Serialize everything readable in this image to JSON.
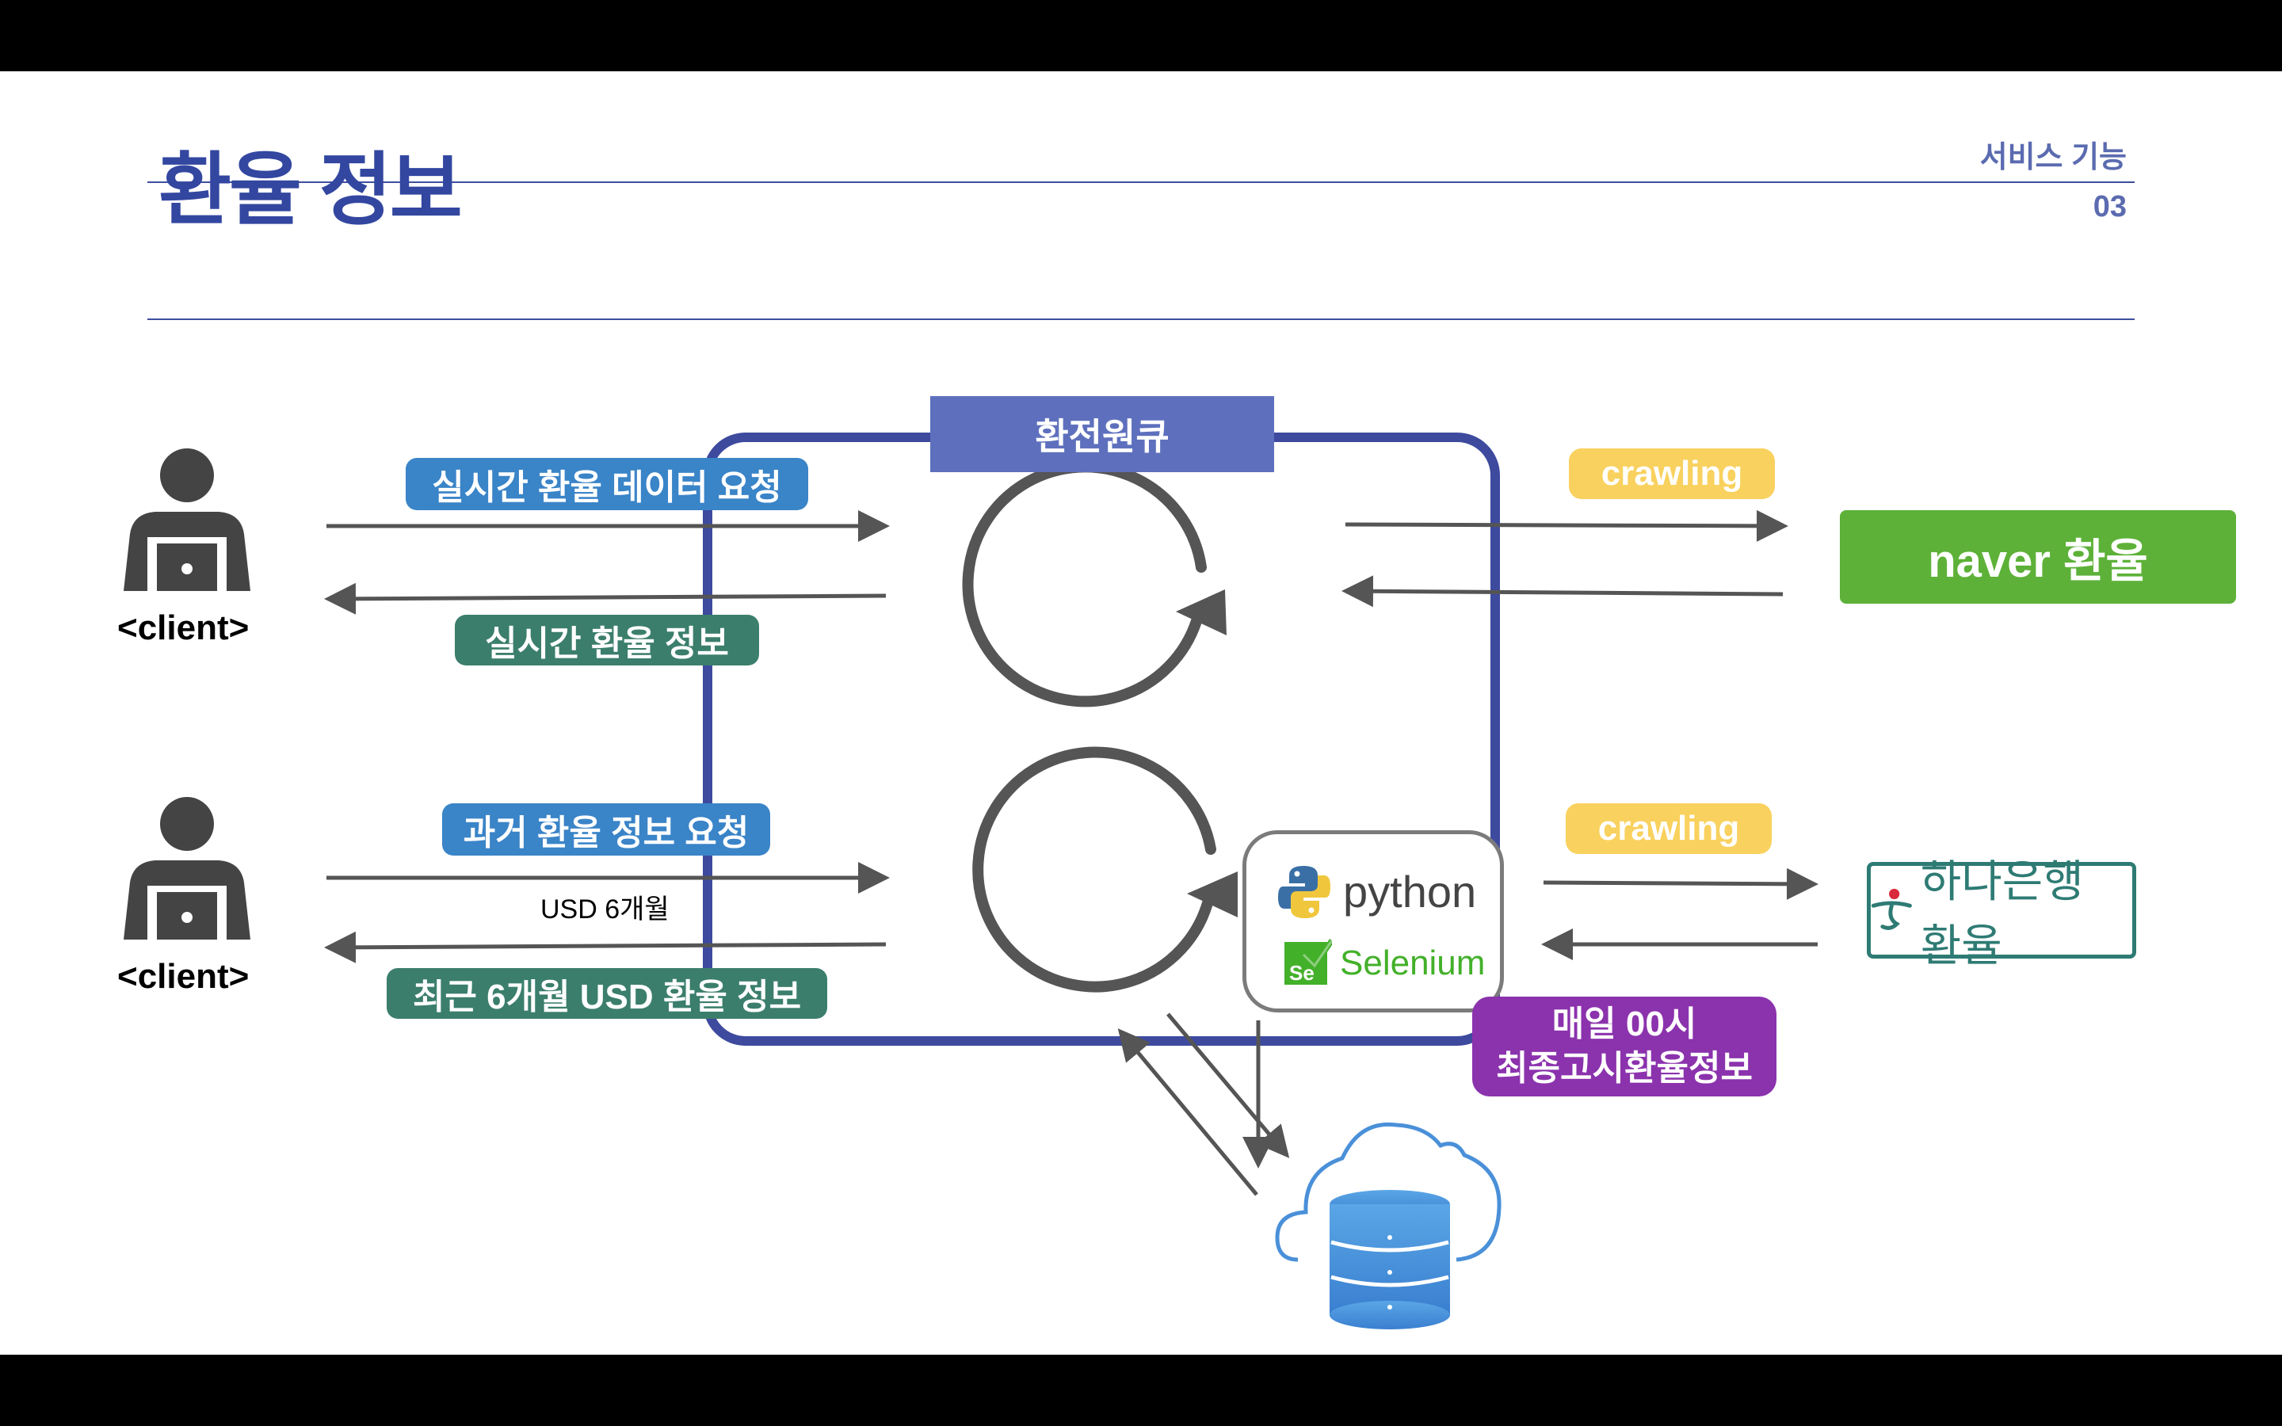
{
  "header": {
    "title": "환율 정보",
    "section_label": "서비스 기능",
    "section_number": "03"
  },
  "server": {
    "label": "환전원큐"
  },
  "clients": [
    {
      "label": "<client>"
    },
    {
      "label": "<client>"
    }
  ],
  "flow_realtime": {
    "request_label": "실시간 환율 데이터 요청",
    "response_label": "실시간 환율 정보"
  },
  "flow_history": {
    "request_label": "과거 환율 정보 요청",
    "request_note": "USD 6개월",
    "response_label": "최근 6개월 USD 환율 정보"
  },
  "crawling": {
    "top_label": "crawling",
    "bottom_label": "crawling"
  },
  "sources": {
    "naver": "naver 환율",
    "hana": "하나은행 환율"
  },
  "tools": {
    "python": "python",
    "selenium": "Selenium",
    "selenium_badge": "Se"
  },
  "schedule": {
    "line1": "매일 00시",
    "line2": "최종고시환율정보"
  },
  "colors": {
    "title": "#3347a0",
    "server_border": "#3d4a9e",
    "server_label": "#5e70bd",
    "request_pill": "#3a84c8",
    "response_pill": "#3b7e6c",
    "crawling_pill": "#f9d15e",
    "naver": "#5db138",
    "hana": "#2e7b74",
    "schedule": "#8b32ad",
    "database": "#4a90d9"
  },
  "icons": {
    "client": "person-laptop-icon",
    "refresh": "refresh-cycle-icon",
    "database": "cloud-database-icon",
    "python": "python-logo-icon",
    "selenium": "selenium-logo-icon",
    "hana": "hana-bank-logo-icon"
  }
}
